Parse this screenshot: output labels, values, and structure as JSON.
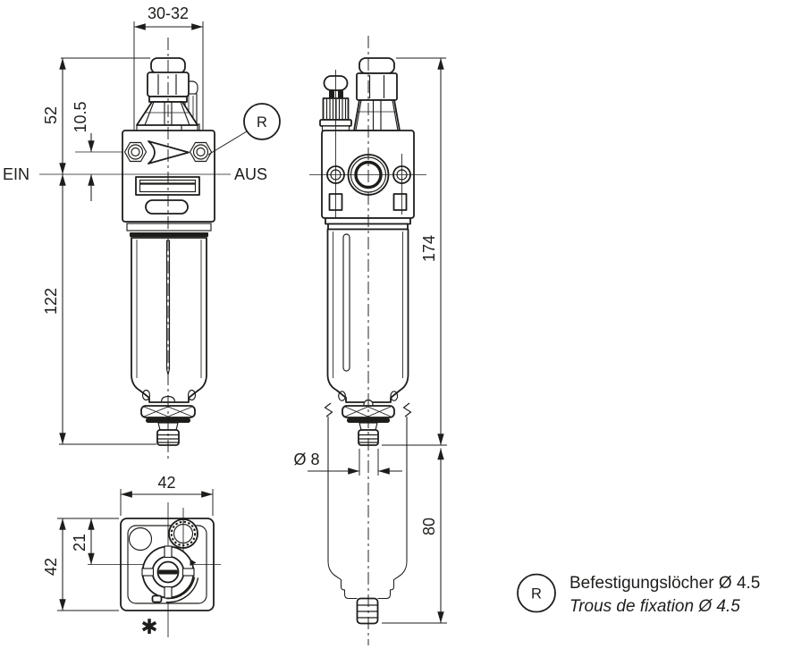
{
  "colors": {
    "ink": "#1d1d1b",
    "paper": "#ffffff"
  },
  "front_view": {
    "dim_clamp_width": "30-32",
    "dim_head_height": "52",
    "dim_port_offset": "10.5",
    "dim_body_height": "122",
    "inlet_label": "EIN",
    "outlet_label": "AUS",
    "callout": "R"
  },
  "side_view": {
    "dim_total_height": "174",
    "dim_lower_extension": "80",
    "dim_spigot_diameter": "Ø 8"
  },
  "bottom_view": {
    "dim_width": "42",
    "dim_depth": "42",
    "dim_half_depth": "21",
    "footnote_marker": "✱"
  },
  "legend": {
    "callout": "R",
    "text_de": "Befestigungslöcher Ø 4.5",
    "text_fr": "Trous de fixation Ø 4.5"
  }
}
